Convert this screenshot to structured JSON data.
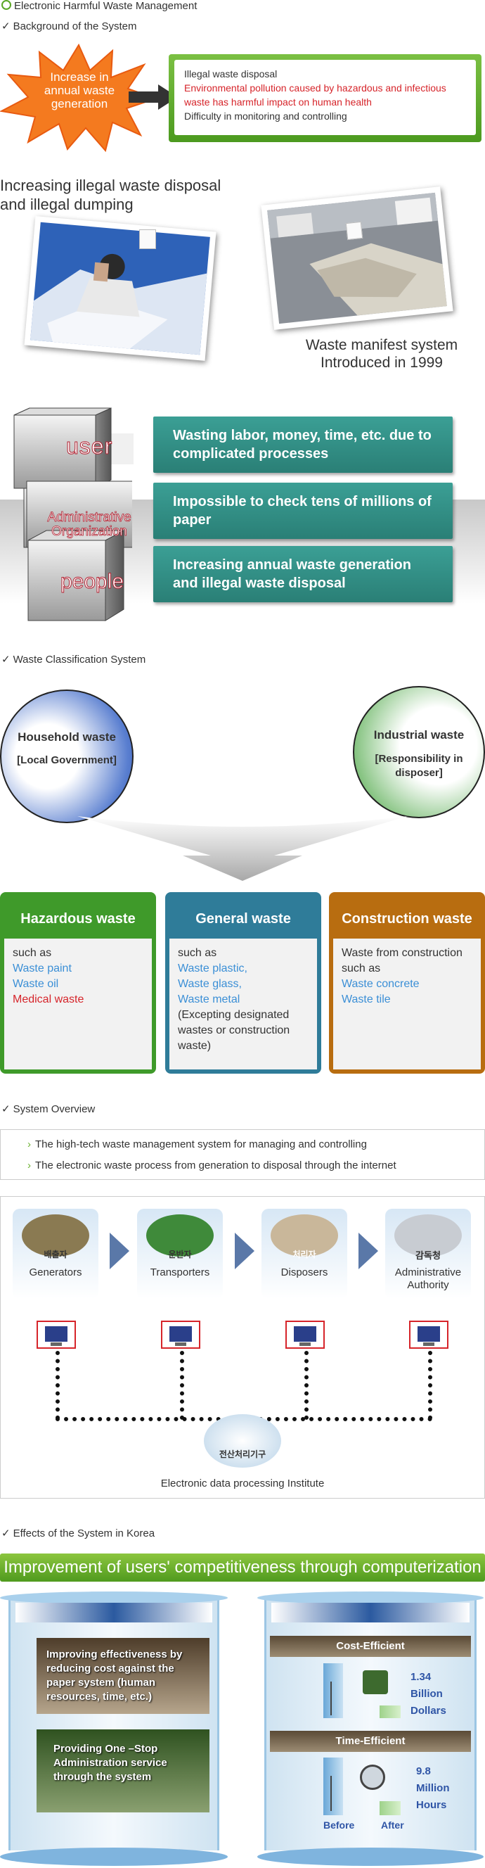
{
  "page": {
    "title": "Electronic Harmful Waste Management",
    "accent_green": "#5aa625",
    "accent_teal": "#2f8c82"
  },
  "background": {
    "heading": "Background of the System",
    "burst_text": "Increase in annual waste generation",
    "issues": [
      "Illegal waste disposal",
      "Environmental pollution caused by hazardous and infectious waste has harmful impact on human health",
      "Difficulty in monitoring and controlling"
    ],
    "photo1_caption": "Increasing illegal waste disposal and illegal dumping",
    "photo2_caption": "Waste manifest system Introduced in 1999",
    "cubes": [
      "user",
      "Administrative Organization",
      "people"
    ],
    "problems": [
      "Wasting labor, money, time, etc. due to complicated processes",
      "Impossible to check tens of millions of paper",
      "Increasing annual waste generation and illegal waste disposal"
    ]
  },
  "classification": {
    "heading": "Waste Classification System",
    "household": {
      "name": "Household waste",
      "sub": "[Local Government]"
    },
    "industrial": {
      "name": "Industrial waste",
      "sub": "[Responsibility in disposer]"
    },
    "cards": [
      {
        "title": "Hazardous waste",
        "lead": "such as",
        "items": [
          "Waste paint",
          "Waste oil",
          "Medical waste"
        ],
        "note": ""
      },
      {
        "title": "General waste",
        "lead": "such as",
        "items": [
          "Waste plastic,",
          "Waste glass,",
          "Waste metal"
        ],
        "note": "(Excepting designated wastes or construction waste)"
      },
      {
        "title": "Construction waste",
        "lead": "Waste from construction such as",
        "items": [
          "Waste concrete",
          "Waste tile"
        ],
        "note": ""
      }
    ]
  },
  "overview": {
    "heading": "System Overview",
    "lines": [
      "The high-tech waste management system for managing and controlling",
      "The electronic waste process from generation to disposal through the internet"
    ],
    "stages": [
      {
        "ko": "배출자",
        "en": "Generators"
      },
      {
        "ko": "운반자",
        "en": "Transporters"
      },
      {
        "ko": "처리자",
        "en": "Disposers"
      },
      {
        "ko": "감독청",
        "en": "Administrative Authority"
      }
    ],
    "center_ko": "전산처리기구",
    "center_en": "Electronic data processing Institute"
  },
  "effects": {
    "heading": "Effects of the System in Korea",
    "banner": "Improvement of users' competitiveness through computerization",
    "left_boxes": [
      "Improving effectiveness by reducing cost against the paper system (human resources, time, etc.)",
      "Providing One –Stop Administration service through the system"
    ],
    "cost_title": "Cost-Efficient",
    "cost_value": "1.34",
    "cost_unit1": "Billion",
    "cost_unit2": "Dollars",
    "time_title": "Time-Efficient",
    "time_value": "9.8",
    "time_unit1": "Million",
    "time_unit2": "Hours",
    "before": "Before",
    "after": "After"
  }
}
